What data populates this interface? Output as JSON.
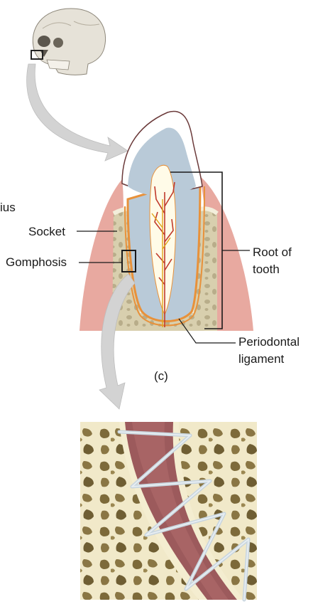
{
  "labels": {
    "radius_fragment": "ius",
    "socket": "Socket",
    "gomphosis": "Gomphosis",
    "root_line1": "Root of",
    "root_line2": "tooth",
    "periodontal_line1": "Periodontal",
    "periodontal_line2": "ligament",
    "panel": "(c)"
  },
  "colors": {
    "gum": "#e8a9a0",
    "bone": "#e9e2c6",
    "enamel": "#ffffff",
    "dentin": "#b9cad8",
    "pulp": "#fffbe8",
    "blood_vessel": "#c0392b",
    "ligament": "#e8913a",
    "root_interior": "#9c5a5c",
    "callout_arrow": "#d3d3d3"
  }
}
